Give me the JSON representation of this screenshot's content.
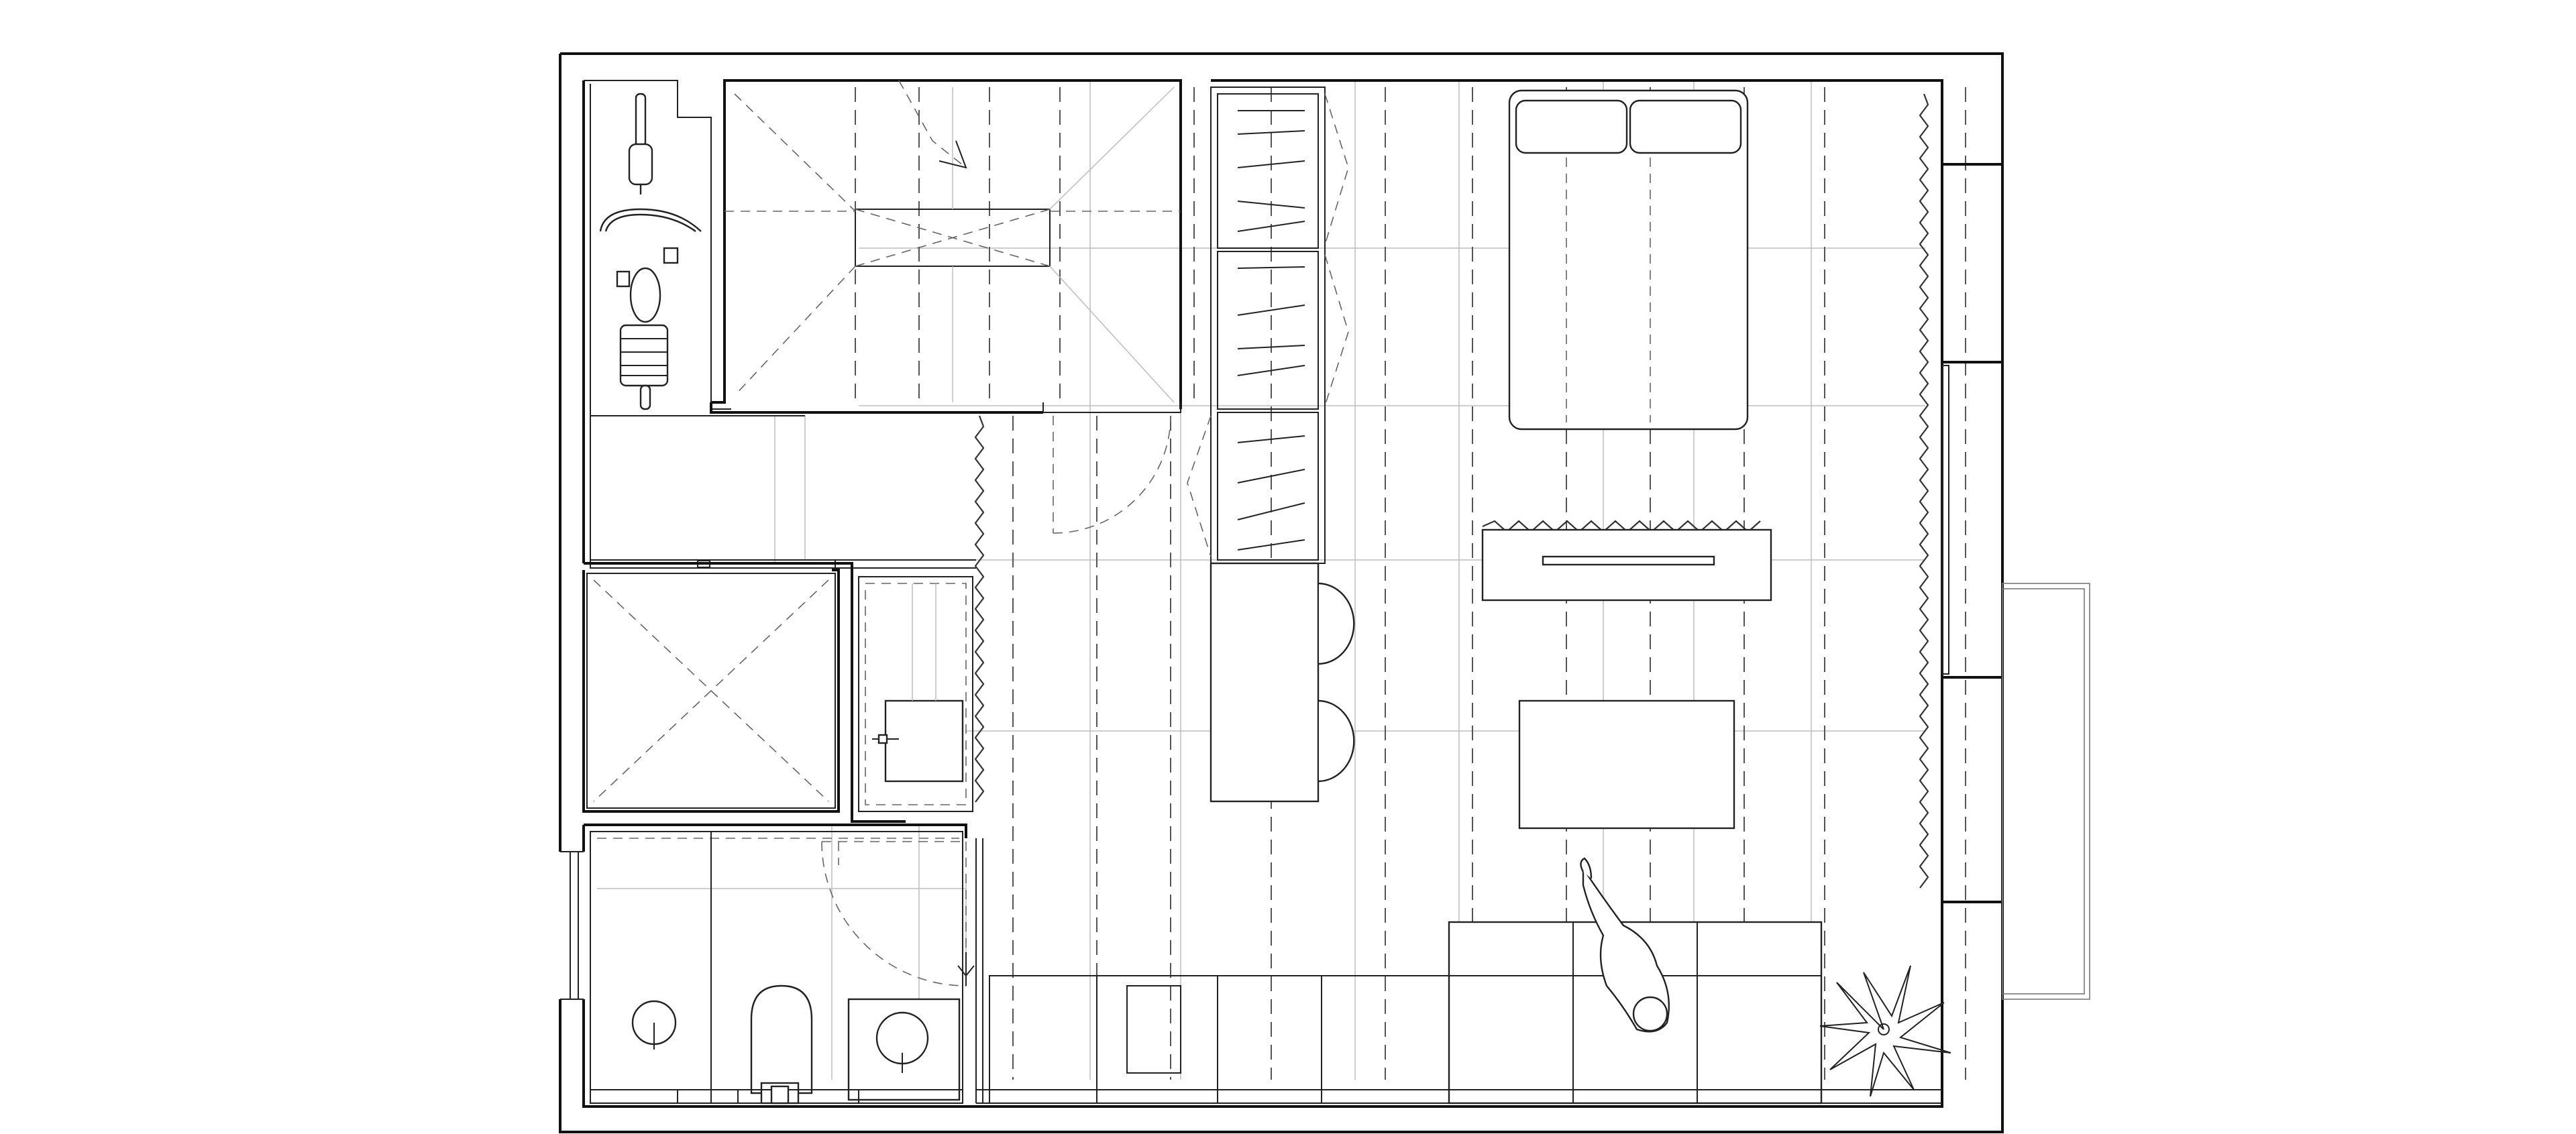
{
  "drawing": {
    "kind": "architectural floor plan",
    "colors": {
      "line": "#111111",
      "thin_line": "#222222",
      "hidden_line": "#555555",
      "grid_line": "#bdbdbd",
      "background": "#ffffff"
    },
    "elements": [
      "exterior-walls",
      "exercise-bike",
      "staircase",
      "elevator-shaft",
      "washbasin-niche",
      "bathroom",
      "wardrobe",
      "kitchen-counter",
      "bar-stools",
      "double-bed",
      "curtain",
      "tv-console",
      "coffee-table",
      "sofa",
      "person",
      "potted-plant",
      "balcony",
      "entry-door"
    ]
  }
}
